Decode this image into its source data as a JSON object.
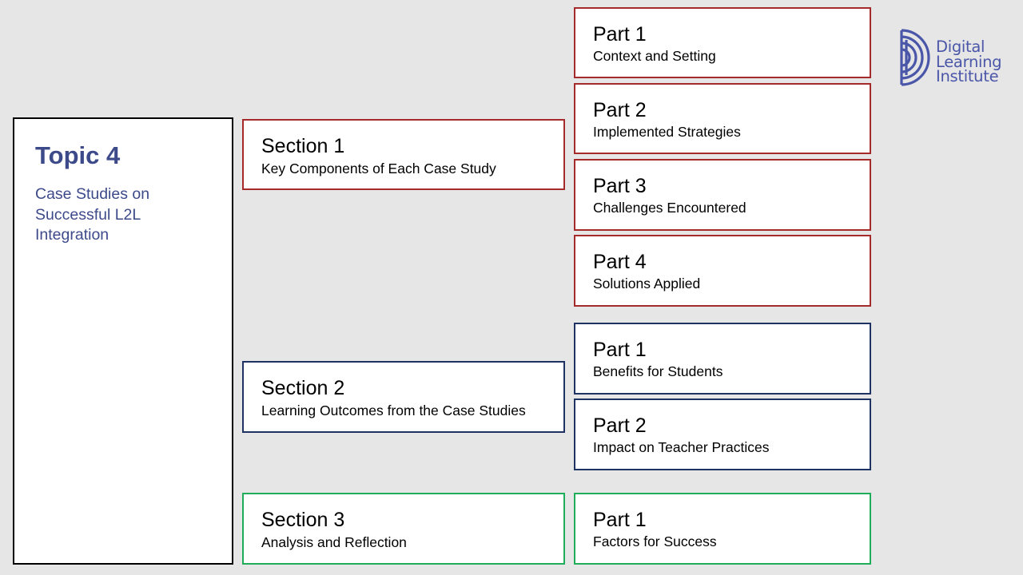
{
  "topic": {
    "title": "Topic 4",
    "description": "Case Studies on Successful L2L Integration"
  },
  "logo": {
    "line1": "Digital",
    "line2": "Learning",
    "line3": "Institute",
    "icon": "concentric-arcs-icon",
    "color": "#4a56a8"
  },
  "colors": {
    "section1": "#a52a2a",
    "section2": "#1f3264",
    "section3": "#1fad5a",
    "topic_text": "#3d4a8a"
  },
  "sections": [
    {
      "title": "Section 1",
      "subtitle": "Key Components of Each Case Study",
      "parts": [
        {
          "title": "Part 1",
          "subtitle": "Context and Setting"
        },
        {
          "title": "Part 2",
          "subtitle": "Implemented Strategies"
        },
        {
          "title": "Part 3",
          "subtitle": "Challenges Encountered"
        },
        {
          "title": "Part 4",
          "subtitle": "Solutions Applied"
        }
      ]
    },
    {
      "title": "Section 2",
      "subtitle": "Learning Outcomes from the Case Studies",
      "parts": [
        {
          "title": "Part 1",
          "subtitle": "Benefits for Students"
        },
        {
          "title": "Part 2",
          "subtitle": "Impact on Teacher Practices"
        }
      ]
    },
    {
      "title": "Section 3",
      "subtitle": "Analysis and Reflection",
      "parts": [
        {
          "title": "Part 1",
          "subtitle": "Factors for Success"
        }
      ]
    }
  ]
}
